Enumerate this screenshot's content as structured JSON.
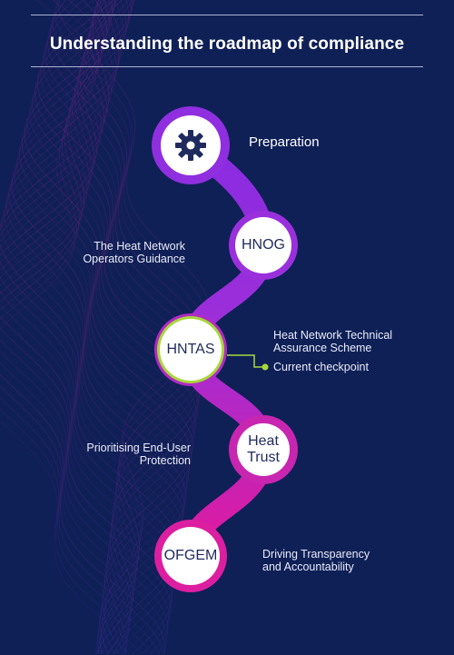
{
  "header": {
    "title": "Understanding the roadmap of compliance"
  },
  "colors": {
    "background": "#0f2057",
    "path_top": "#8a2be2",
    "path_bottom": "#e01a9e",
    "ring_purple": "#9333ea",
    "ring_magenta": "#d6249f",
    "checkpoint": "#a8d83a",
    "node_text": "#1f2a5e"
  },
  "roadmap": {
    "preparation": {
      "icon": "gear-icon",
      "label": "Preparation"
    },
    "steps": [
      {
        "node": "HNOG",
        "description": "The Heat Network Operators Guidance"
      },
      {
        "node": "HNTAS",
        "description": "Heat Network Technical Assurance Scheme",
        "status": "Current checkpoint"
      },
      {
        "node": "Heat Trust",
        "description": "Prioritising End-User Protection"
      },
      {
        "node": "OFGEM",
        "description": "Driving Transparency and Accountability"
      }
    ]
  }
}
